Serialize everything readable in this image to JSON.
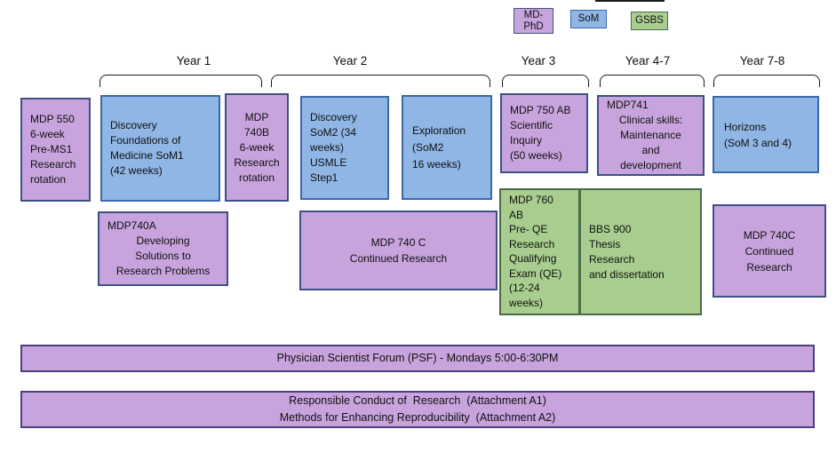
{
  "colors": {
    "md_phd_fill": "#c7a4dd",
    "md_phd_border": "#3e5186",
    "som_fill": "#8fb6e4",
    "som_border": "#3a69a8",
    "gsbs_fill": "#a8cd8e",
    "gsbs_border": "#4c6b4a",
    "banner_fill": "#c7a4dd",
    "banner_border": "#4c3f7c",
    "bracket": "#1a1a1a",
    "text": "#111111"
  },
  "legend": {
    "items": [
      {
        "id": "md-phd",
        "label": "MD-\nPhD"
      },
      {
        "id": "som",
        "label": "SoM"
      },
      {
        "id": "gsbs",
        "label": "GSBS"
      }
    ]
  },
  "years": [
    {
      "label": "Year 1"
    },
    {
      "label": "Year 2"
    },
    {
      "label": "Year 3"
    },
    {
      "label": "Year 4-7"
    },
    {
      "label": "Year 7-8"
    }
  ],
  "boxes": [
    {
      "id": "mdp550",
      "color": "purple",
      "name": "course-box-mdp-550",
      "lines": [
        "MDP 550",
        "6-week",
        "Pre-MS1",
        "Research",
        "rotation"
      ]
    },
    {
      "id": "discovery-som1",
      "color": "blue",
      "name": "course-box-discovery-foundations",
      "lines": [
        "Discovery",
        "Foundations of",
        "Medicine SoM1",
        "(42 weeks)"
      ]
    },
    {
      "id": "mdp740b",
      "color": "purple",
      "name": "course-box-mdp-740b",
      "lines": [
        "MDP",
        "740B",
        "6-week",
        "Research",
        "rotation"
      ]
    },
    {
      "id": "discovery-som2",
      "color": "blue",
      "name": "course-box-discovery-som2",
      "lines": [
        "Discovery",
        "SoM2 (34",
        "weeks)",
        "USMLE",
        "Step1"
      ]
    },
    {
      "id": "exploration",
      "color": "blue",
      "name": "course-box-exploration",
      "lines": [
        "Exploration",
        "(SoM2",
        "16 weeks)"
      ]
    },
    {
      "id": "mdp750ab",
      "color": "purple",
      "name": "course-box-mdp-750ab",
      "lines": [
        "MDP 750 AB",
        "Scientific",
        "Inquiry",
        "(50 weeks)"
      ]
    },
    {
      "id": "mdp741",
      "color": "purple",
      "name": "course-box-mdp-741",
      "lines": [
        "MDP741",
        "Clinical skills:",
        "Maintenance",
        "and",
        "development"
      ]
    },
    {
      "id": "horizons",
      "color": "blue",
      "name": "course-box-horizons",
      "lines": [
        "Horizons",
        "(SoM 3 and 4)"
      ]
    },
    {
      "id": "mdp740a",
      "color": "purple",
      "name": "course-box-mdp-740a",
      "lines": [
        "MDP740A",
        "Developing",
        "Solutions to",
        "Research Problems"
      ]
    },
    {
      "id": "mdp740c-mid",
      "color": "purple",
      "name": "course-box-mdp-740c",
      "lines": [
        "MDP 740 C",
        "Continued Research"
      ]
    },
    {
      "id": "mdp760",
      "color": "green",
      "name": "course-box-mdp-760ab",
      "lines": [
        "MDP 760",
        "AB",
        "Pre- QE",
        "Research",
        "Qualifying",
        "Exam (QE)",
        "(12-24",
        "weeks)"
      ]
    },
    {
      "id": "bbs900",
      "color": "green",
      "name": "course-box-bbs-900",
      "lines": [
        "BBS 900",
        "Thesis",
        "Research",
        "and dissertation"
      ]
    },
    {
      "id": "mdp740c-right",
      "color": "purple",
      "name": "course-box-mdp-740c-late",
      "lines": [
        "MDP 740C",
        "Continued",
        "Research"
      ]
    }
  ],
  "banners": [
    {
      "id": "psf",
      "text": "Physician Scientist Forum (PSF) - Mondays 5:00-6:30PM"
    },
    {
      "id": "rcr",
      "text": "Responsible Conduct of  Research  (Attachment A1)\nMethods for Enhancing Reproducibility  (Attachment A2)"
    }
  ]
}
